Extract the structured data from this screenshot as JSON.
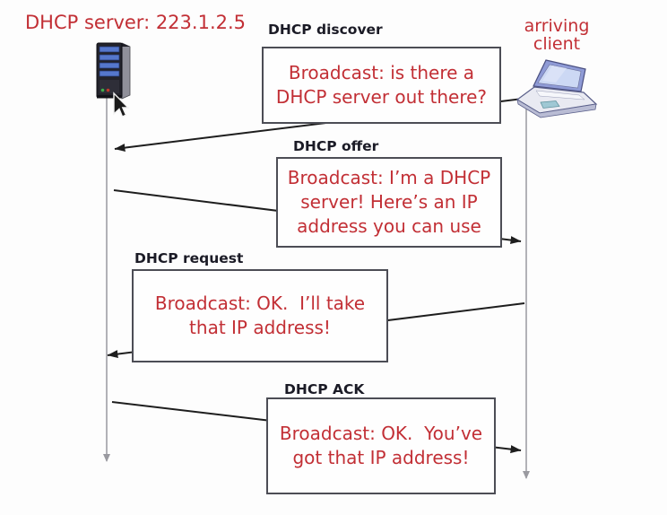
{
  "colors": {
    "red_text": "#c22f35",
    "label_text": "#1b1b26",
    "lifeline_gray": "#9a9aa0",
    "arrow_black": "#1e1e1e",
    "box_border": "#4c4d55",
    "background": "#fdfdfd",
    "server_bay_blue": "#5577cc",
    "laptop_screen_blue": "#c7d3f2"
  },
  "server": {
    "title": "DHCP server: 223.1.2.5",
    "icon": "server-tower-icon"
  },
  "client": {
    "label": "arriving\nclient",
    "icon": "laptop-icon"
  },
  "cursor": {
    "icon": "mouse-pointer-icon"
  },
  "messages": [
    {
      "label": "DHCP discover",
      "text": "Broadcast: is there a\nDHCP server out there?",
      "direction": "client-to-server"
    },
    {
      "label": "DHCP offer",
      "text": "Broadcast: I’m a DHCP\nserver! Here’s an IP\naddress you can use",
      "direction": "server-to-client"
    },
    {
      "label": "DHCP request",
      "text": "Broadcast: OK.  I’ll take\nthat IP address!",
      "direction": "client-to-server"
    },
    {
      "label": "DHCP ACK",
      "text": "Broadcast: OK.  You’ve\ngot that IP address!",
      "direction": "server-to-client"
    }
  ]
}
